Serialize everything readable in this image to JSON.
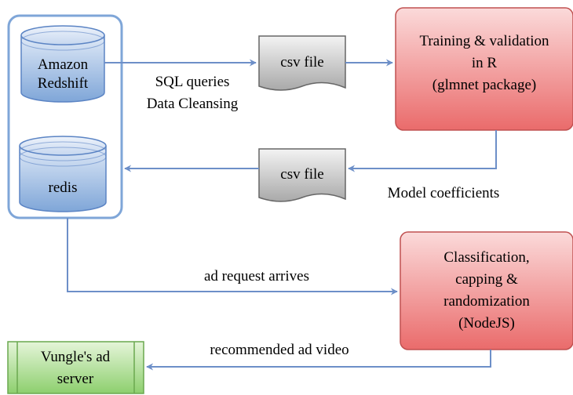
{
  "nodes": {
    "redshift": {
      "line1": "Amazon",
      "line2": "Redshift"
    },
    "redis": {
      "label": "redis"
    },
    "csv_top": {
      "label": "csv file"
    },
    "csv_bottom": {
      "label": "csv file"
    },
    "training": {
      "line1": "Training & validation",
      "line2": "in R",
      "line3": "(glmnet package)"
    },
    "classification": {
      "line1": "Classification,",
      "line2": "capping &",
      "line3": "randomization",
      "line4": "(NodeJS)"
    },
    "adserver": {
      "line1": "Vungle's ad",
      "line2": "server"
    }
  },
  "edges": {
    "sql": {
      "line1": "SQL queries",
      "line2": "Data Cleansing"
    },
    "model": {
      "label": "Model coefficients"
    },
    "request": {
      "label": "ad request arrives"
    },
    "recommend": {
      "label": "recommended ad video"
    }
  },
  "colors": {
    "blue_fill_top": "#dfe9f7",
    "blue_fill_bottom": "#7fa6d8",
    "blue_stroke": "#5b84c4",
    "red_fill_top": "#fbdada",
    "red_fill_bottom": "#ea6b6b",
    "red_stroke": "#c05050",
    "green_fill_top": "#e5f5d9",
    "green_fill_bottom": "#8dcf6e",
    "green_stroke": "#6aa84f",
    "gray_fill_top": "#f3f3f3",
    "gray_fill_bottom": "#a9a9a9",
    "edge": "#6d8fc8"
  }
}
